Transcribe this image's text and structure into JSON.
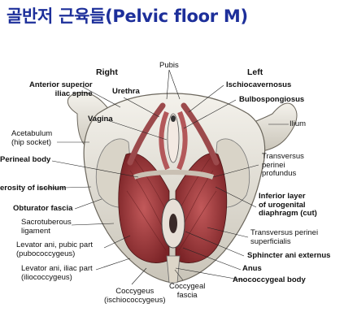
{
  "title": "골반저 근육들(Pelvic floor M)",
  "labels": {
    "right": "Right",
    "left": "Left",
    "pubis": "Pubis",
    "anterior_superior_iliac_spine": "Anterior superior\niliac spine",
    "urethra": "Urethra",
    "ischiocavernosus": "Ischiocavernosus",
    "bulbospongiosus": "Bulbospongiosus",
    "vagina": "Vagina",
    "ilium": "Ilium",
    "acetabulum": "Acetabulum\n(hip socket)",
    "perineal_body": "Perineal body",
    "transversus_perinei_profundus": "Transversus\nperinei\nprofundus",
    "tuberosity_of_ischium": "erosity of ischium",
    "inferior_layer": "Inferior layer\nof urogenital\ndiaphragm (cut)",
    "obturator_fascia": "Obturator fascia",
    "sacrotuberous_ligament": "Sacrotuberous\nligament",
    "transversus_perinei_superficialis": "Transversus perinei\nsuperficialis",
    "levator_ani_pubic": "Levator ani, pubic part\n(pubococcygeus)",
    "sphincter_ani_externus": "Sphincter ani externus",
    "anus": "Anus",
    "levator_ani_iliac": "Levator ani, iliac part\n(iliococcygeus)",
    "anococcygeal_body": "Anococcygeal body",
    "coccygeus": "Coccygeus\n(ischiococcygeus)",
    "coccygeal_fascia": "Coccygeal\nfascia"
  },
  "colors": {
    "title": "#1d2f9a",
    "muscle": "#a53a3c",
    "bone": "#e9e6df"
  }
}
